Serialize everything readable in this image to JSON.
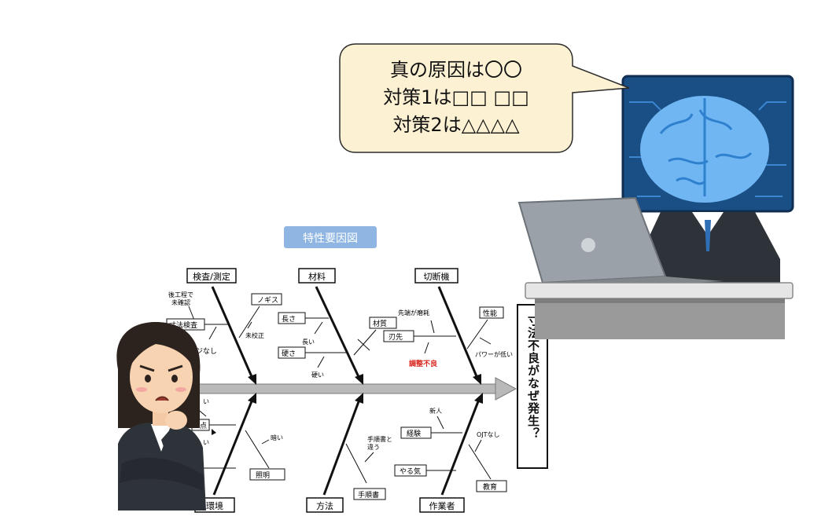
{
  "speech_bubble": {
    "lines": [
      "真の原因は〇〇",
      "対策1は□□ □□",
      "対策2は△△△△"
    ]
  },
  "diagram": {
    "title": "特性要因図",
    "effect": "寸法不良がなぜ発生？",
    "categories": {
      "inspection": "検査/測定",
      "material": "材料",
      "cutter": "切断機",
      "environment": "環境",
      "method": "方法",
      "worker": "作業者"
    },
    "causes": {
      "koutei": "後工程で",
      "mikakunin": "未確認",
      "sunpo_kensa": "寸法検査",
      "gauge": "ージなし",
      "nogisu": "ノギス",
      "mikousei": "未校正",
      "nagasa": "長さ",
      "nagai": "長い",
      "katasa": "硬さ",
      "katai": "硬い",
      "zaishitsu": "材質",
      "sentan": "先端が磨耗",
      "jinsaki": "刃先",
      "stamp": "調整不良",
      "seino": "性能",
      "power": "パワーが低い",
      "env_i": "い",
      "env_ten": "点",
      "env_i2": "い",
      "kurai": "暗い",
      "shomei": "照明",
      "tejunsho_to": "手順書と",
      "chigau": "違う",
      "tejunsho": "手順書",
      "shinjin": "新人",
      "keiken": "経験",
      "ojt": "OJTなし",
      "yaruki": "やる気",
      "kyoiku": "教育"
    }
  },
  "colors": {
    "bubble_fill": "#fcf1d2",
    "title_box": "#8fb5e2",
    "arrow": "#b9b9b9",
    "stamp": "#d9231d",
    "monitor": "#1a4f86",
    "brain": "#6fb6f2",
    "desk": "#9a9a9a"
  }
}
